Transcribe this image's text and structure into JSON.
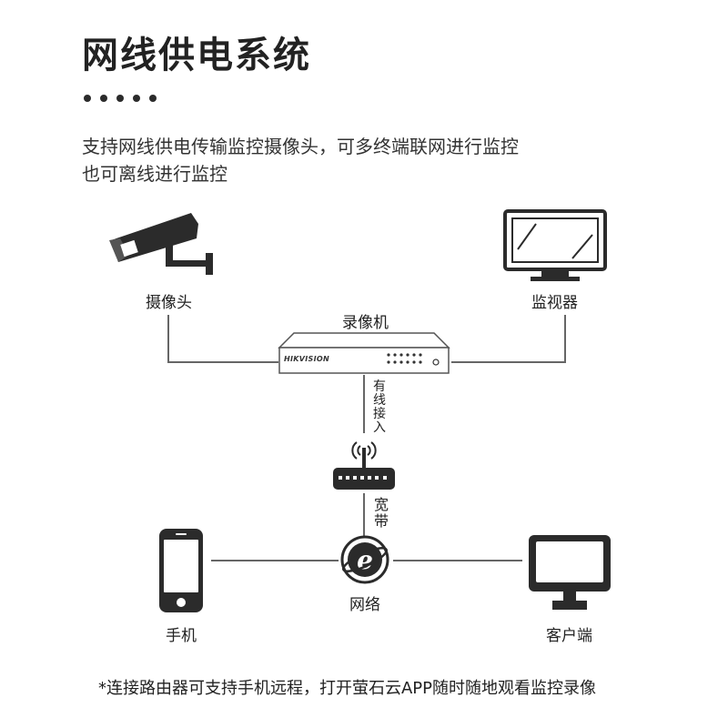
{
  "title": "网线供电系统",
  "description": [
    "支持网线供电传输监控摄像头，可多终端联网进行监控",
    "也可离线进行监控"
  ],
  "nodes": {
    "camera": "摄像头",
    "monitor": "监视器",
    "nvr": "录像机",
    "nvr_brand": "HIKVISION",
    "wired": "有线接入",
    "broadband": "宽带",
    "network": "网络",
    "phone": "手机",
    "client": "客户端"
  },
  "footnote": "*连接路由器可支持手机远程，打开萤石云APP随时随地观看监控录像",
  "icons": [
    "camera-icon",
    "monitor-icon",
    "nvr-icon",
    "router-icon",
    "network-icon",
    "phone-icon",
    "client-monitor-icon"
  ],
  "colors": {
    "text": "#222222",
    "line": "#666666",
    "icon": "#2b2b2b"
  }
}
